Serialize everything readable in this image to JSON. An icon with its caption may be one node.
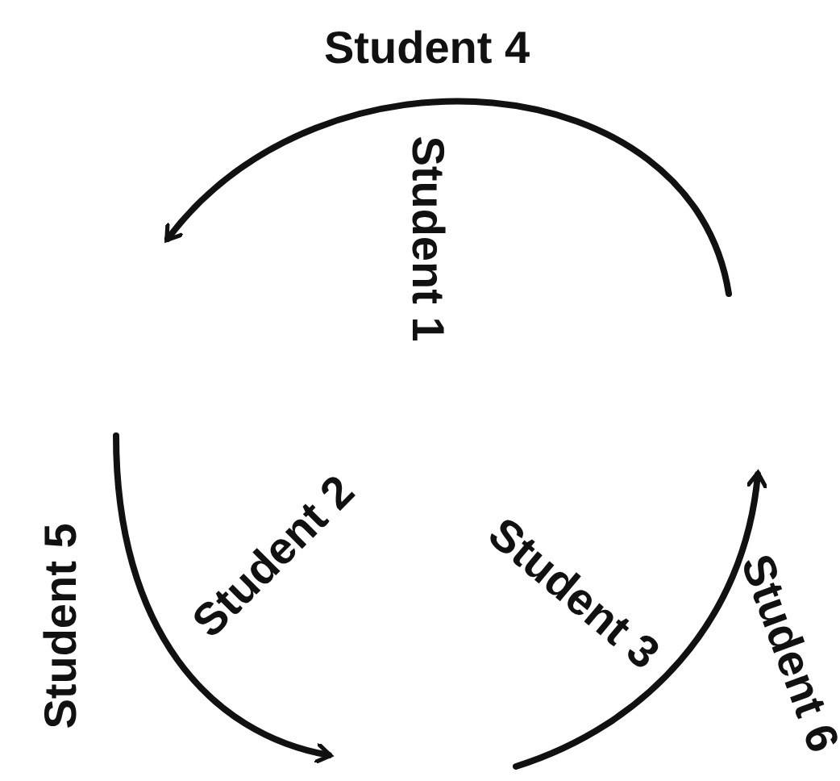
{
  "diagram": {
    "labels": [
      "Student 4",
      "Student 1",
      "Student 5",
      "Student 2",
      "Student 3",
      "Student 6"
    ]
  }
}
